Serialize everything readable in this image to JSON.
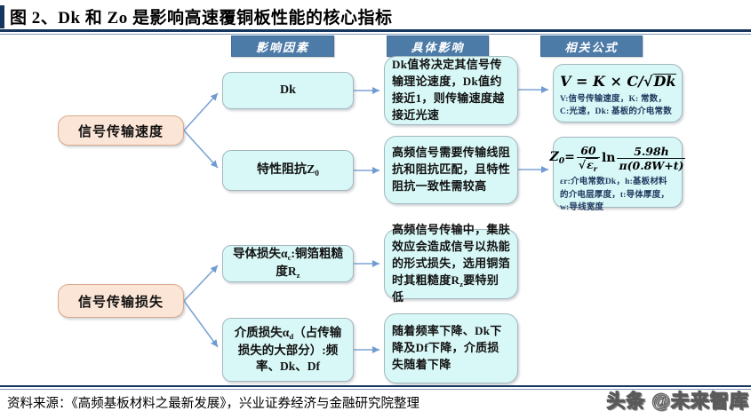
{
  "title": "图 2、Dk 和 Zo 是影响高速覆铜板性能的核心指标",
  "column_headers": {
    "factors": "影响因素",
    "impact": "具体影响",
    "formula": "相关公式"
  },
  "speed_group": {
    "source": "信号传输速度",
    "dk": {
      "factor": "Dk",
      "impact": "Dk值将决定其信号传输理论速度，Dk值约接近1，则传输速度越接近光速",
      "formula": {
        "pre": "V = K × C/",
        "sqrt": "√",
        "radicand": "Dk",
        "note": "V:信号传输速度，K: 常数，C:光速，Dk: 基板的介电常数"
      }
    },
    "impedance": {
      "factor_main": "特性阻抗Z",
      "factor_sub": "0",
      "impact": "高频信号需要传输线阻抗和阻抗匹配，且特性阻抗一致性需较高",
      "formula": {
        "lhs": "Z",
        "lhs_sub": "0",
        "equals": "=",
        "num1": "60",
        "sqrt": "√",
        "den1": "ε",
        "den1_sub": "r",
        "ln": "ln",
        "num2": "5.98h",
        "den2": "π(0.8W+t)",
        "note": "εr:介电常数Dk，h:基板材料的介电层厚度，t:导体厚度，w:导线宽度"
      }
    }
  },
  "loss_group": {
    "source": "信号传输损失",
    "conductor": {
      "factor_p1": "导体损失α",
      "factor_sub1": "c",
      "factor_p2": ":铜箔粗糙度R",
      "factor_sub2": "z",
      "impact_p1": "高频信号传输中，集肤效应会造成信号以热能的形式损失，选用铜箔时其粗糙度R",
      "impact_sub1": "z",
      "impact_p2": "要特别低"
    },
    "dielectric": {
      "factor_p1": "介质损失α",
      "factor_sub1": "d",
      "factor_p2": "（占传输损失的大部分）:频率、Dk、Df",
      "impact": "随着频率下降、Dk下降及Df下降，介质损失随着下降"
    }
  },
  "footer": {
    "source": "资料来源：《高频基板材料之最新发展》，兴业证券经济与金融研究院整理",
    "watermark": "头条 @未来智库"
  },
  "colors": {
    "header_blue": "#4d7ba8",
    "accent_navy": "#17365d",
    "peach_fill": "#fbe5d6",
    "cyan_fill": "#d8f8f7",
    "connector_blue": "#6f9bd2"
  }
}
